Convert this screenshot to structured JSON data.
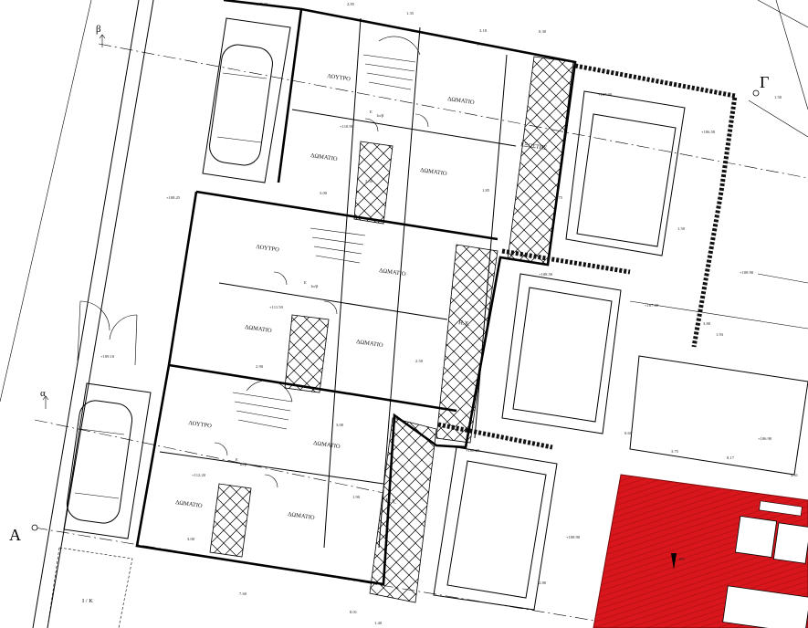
{
  "axes": {
    "A": "A",
    "G": "Γ",
    "alpha": "α",
    "beta": "β"
  },
  "rooms": {
    "bath1": "ΛΟΥΤΡΟ",
    "room1a": "ΔΩΜΑΤΙΟ",
    "room1b": "ΔΩΜΑΤΙΟ",
    "room1c": "ΔΩΜΑΤΙΟ",
    "bath2": "ΛΟΥΤΡΟ",
    "room2a": "ΔΩΜΑΤΙΟ",
    "room2b": "ΔΩΜΑΤΙΟ",
    "room2c": "ΔΩΜΑΤΙΟ",
    "bath3": "ΛΟΥΤΡΟ",
    "room3a": "ΔΩΜΑΤΙΟ",
    "room3b": "ΔΩΜΑΤΙΟ",
    "room3c": "ΔΩΜΑΤΙΟ",
    "service": "ΕΞΩΣΤΗΣ",
    "ix1": "Η.Χ.",
    "ix2": "Η.Χ.",
    "ik": "Ι / Κ"
  },
  "levels": [
    "+107.00",
    "+108.25",
    "+109.10",
    "+110.90",
    "+111.50",
    "+112.20",
    "+107.00",
    "+106.50",
    "+108.50",
    "+108.90",
    "+108.20",
    "+106.90",
    "+107.00",
    "+108.90"
  ],
  "dims": [
    "2.85",
    "1.35",
    "1.40",
    "3.18",
    "0.30",
    "3.00",
    "2.90",
    "1.50",
    "3.00",
    "2.50",
    "1.85",
    "1.75",
    "2.50",
    "3.00",
    "1.90",
    "7.60",
    "8.01",
    "1.40",
    "3.75",
    "8.17",
    "4.61",
    "0.60",
    "3.80",
    "1.93",
    "2.80",
    "1.50"
  ],
  "labels": {
    "e1": "Ε",
    "e2": "Ε",
    "e3": "Ε",
    "lab1": "1α/β",
    "lab2": "1α/β",
    "lab3": "1α/β",
    "star": "8%"
  },
  "colors": {
    "line": "#000000",
    "highlight": "#d8161b",
    "hatch": "#000000"
  }
}
